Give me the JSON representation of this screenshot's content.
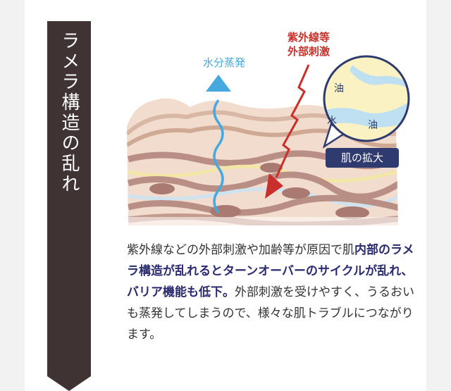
{
  "ribbon": {
    "title": "ラメラ構造の乱れ"
  },
  "diagram": {
    "water_evaporation_label": "水分蒸発",
    "stimulus_label_line1": "紫外線等",
    "stimulus_label_line2": "外部刺激",
    "zoom_oil_top": "油",
    "zoom_water": "水",
    "zoom_oil_bottom": "油",
    "zoom_badge": "肌の拡大"
  },
  "body": {
    "part1": "紫外線などの外部刺激や加齢等が原因で肌",
    "emphasis": "内部のラメラ構造が乱れるとターンオーバーのサイクルが乱れ、バリア機能も低下。",
    "part2": "外部刺激を受けやすく、うるおいも蒸発してしまうので、様々な肌トラブルにつながります。"
  },
  "colors": {
    "ribbon": "#3f3333",
    "emphasis_text": "#2a2a6e",
    "water_arrow": "#45a9de",
    "stimulus_arrow": "#c9302c",
    "badge": "#2f3a6e"
  }
}
